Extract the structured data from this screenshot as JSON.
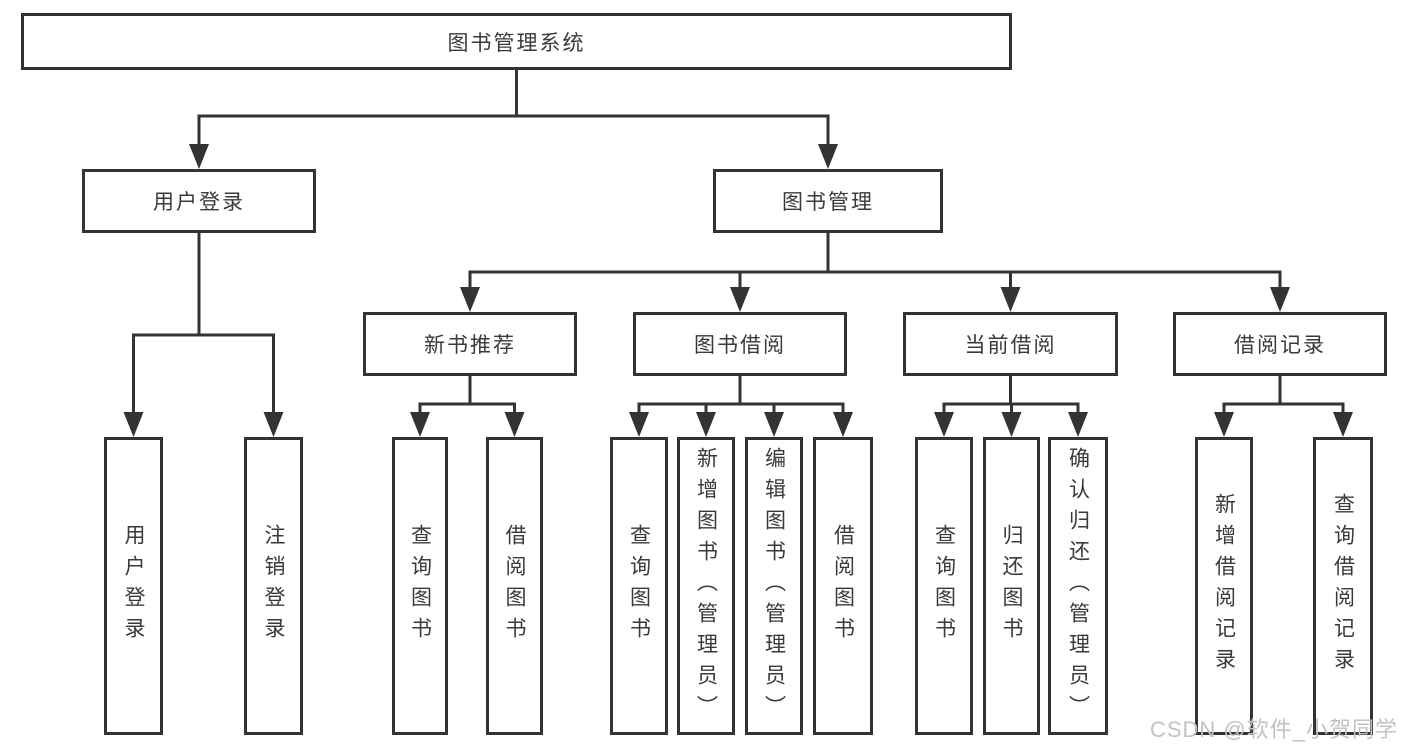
{
  "colors": {
    "line": "#333333",
    "text": "#3a3a3a",
    "box_background": "#ffffff",
    "watermark": "#c2c2c2"
  },
  "watermark": {
    "text": "CSDN @软件_小贺同学"
  },
  "tree": {
    "root": {
      "label": "图书管理系统",
      "children": [
        {
          "label": "用户登录",
          "children": [
            {
              "label": "用户登录"
            },
            {
              "label": "注销登录"
            }
          ]
        },
        {
          "label": "图书管理",
          "children": [
            {
              "label": "新书推荐",
              "children": [
                {
                  "label": "查询图书"
                },
                {
                  "label": "借阅图书"
                }
              ]
            },
            {
              "label": "图书借阅",
              "children": [
                {
                  "label": "查询图书"
                },
                {
                  "label": "新增图书（管理员）"
                },
                {
                  "label": "编辑图书（管理员）"
                },
                {
                  "label": "借阅图书"
                }
              ]
            },
            {
              "label": "当前借阅",
              "children": [
                {
                  "label": "查询图书"
                },
                {
                  "label": "归还图书"
                },
                {
                  "label": "确认归还（管理员）"
                }
              ]
            },
            {
              "label": "借阅记录",
              "children": [
                {
                  "label": "新增借阅记录"
                },
                {
                  "label": "查询借阅记录"
                }
              ]
            }
          ]
        }
      ]
    }
  }
}
